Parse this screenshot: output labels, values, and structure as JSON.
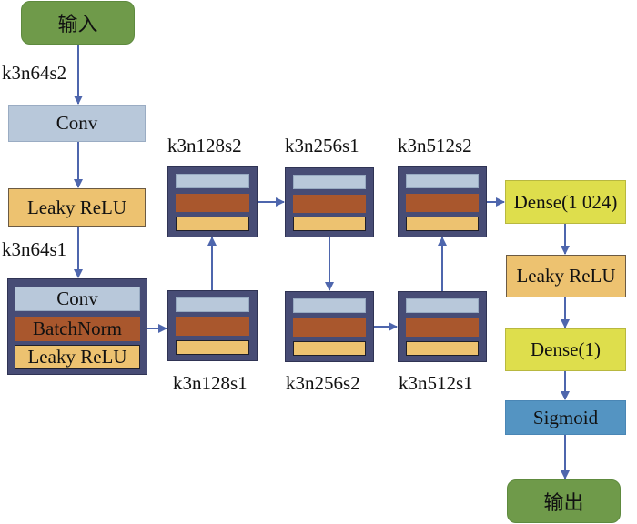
{
  "diagram": {
    "input_label": "输入",
    "output_label": "输出",
    "left_column": {
      "label_1": "k3n64s2",
      "conv_label": "Conv",
      "relu_label": "Leaky ReLU",
      "label_2": "k3n64s1",
      "block": {
        "conv_label": "Conv",
        "bn_label": "BatchNorm",
        "relu_label": "Leaky ReLU"
      }
    },
    "blocks": [
      {
        "id": "b128s1",
        "label": "k3n128s1"
      },
      {
        "id": "b128s2",
        "label": "k3n128s2"
      },
      {
        "id": "b256s1",
        "label": "k3n256s1"
      },
      {
        "id": "b256s2",
        "label": "k3n256s2"
      },
      {
        "id": "b512s1",
        "label": "k3n512s1"
      },
      {
        "id": "b512s2",
        "label": "k3n512s2"
      }
    ],
    "right_column": {
      "dense1_label": "Dense(1 024)",
      "relu_label": "Leaky ReLU",
      "dense2_label": "Dense(1)",
      "sigmoid_label": "Sigmoid"
    },
    "colors": {
      "terminal": "#6f9a4a",
      "conv": "#b8c8da",
      "batchnorm": "#a9572d",
      "leaky_relu": "#edc270",
      "dense": "#dede4c",
      "sigmoid": "#5494c2",
      "block_frame": "#474c75",
      "arrow": "#4e66ad"
    }
  }
}
